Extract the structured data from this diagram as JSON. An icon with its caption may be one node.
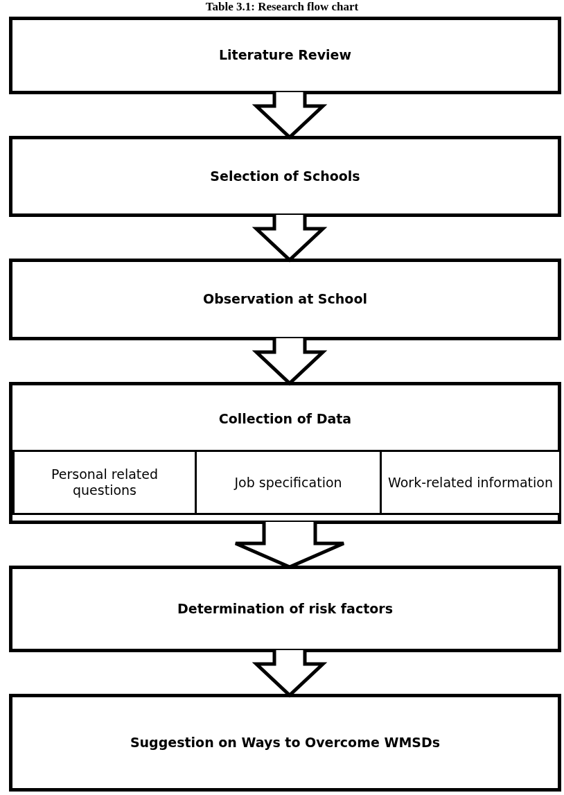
{
  "diagram": {
    "title": "Table 3.1: Research flow chart",
    "nodes": [
      {
        "text": [
          "Literature Review"
        ]
      },
      {
        "text": [
          "Selection of Schools"
        ]
      },
      {
        "text": [
          "Observation at School"
        ]
      },
      {
        "text": [
          "Collection of Data"
        ]
      },
      {
        "text": [
          "Personal related questions"
        ],
        "in": 3
      },
      {
        "text": [
          "Job specification"
        ],
        "in": 3
      },
      {
        "text": [
          "Work-related information"
        ],
        "in": 3
      },
      {
        "text": [
          "Determination of risk factors"
        ]
      },
      {
        "text": [
          "Suggestion on Ways to Overcome WMSDs"
        ]
      }
    ],
    "edges": [
      {
        "from": 0,
        "to": 1,
        "arrow": "to"
      },
      {
        "from": 1,
        "to": 2,
        "arrow": "to"
      },
      {
        "from": 2,
        "to": 3,
        "arrow": "to"
      },
      {
        "from": 3,
        "to": 7,
        "arrow": "to"
      },
      {
        "from": 7,
        "to": 8,
        "arrow": "to"
      }
    ]
  }
}
